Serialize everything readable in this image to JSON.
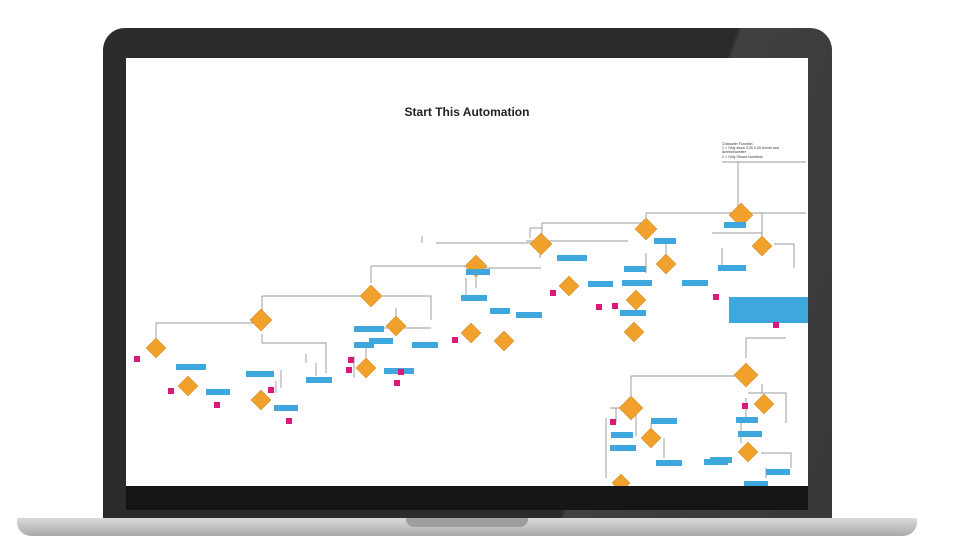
{
  "flowchart": {
    "title": "Start This Automation",
    "legend": [
      "Character Function",
      "1 = Only show 3.00 0.00 Amnts and",
      "Amnts/Number",
      "2 = Only Shows Numbers"
    ]
  },
  "colors": {
    "decision": "#f0a02b",
    "action": "#3ea7de",
    "end": "#d81b7a",
    "laptop_frame": "#2b2b2d"
  }
}
